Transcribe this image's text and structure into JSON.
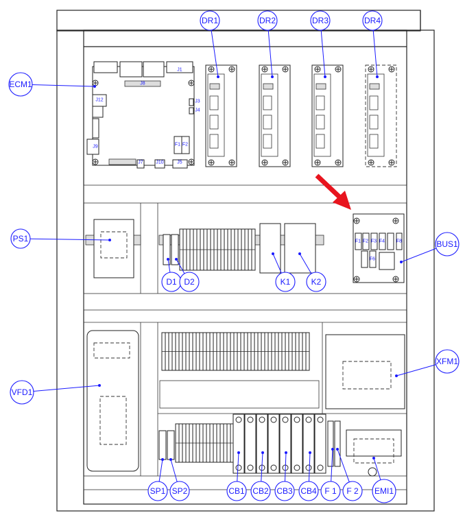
{
  "title": "Control panel layout",
  "callouts": [
    "DR1",
    "DR2",
    "DR3",
    "DR4",
    "ECM1",
    "PS1",
    "BUS1",
    "VFD1",
    "XFM1",
    "D1",
    "D2",
    "K1",
    "K2",
    "SP1",
    "SP2",
    "CB1",
    "CB2",
    "CB3",
    "CB4",
    "F 1",
    "F 2",
    "EMI1"
  ],
  "ecm_labels": {
    "j1": "J1",
    "j8": "J8",
    "j12": "J12",
    "j9": "J9",
    "f1": "F1",
    "f2": "F2",
    "j7": "J7",
    "j10": "J10",
    "j5": "J5",
    "j3": "J3",
    "j4": "J4"
  },
  "bus_labels": {
    "f1": "F1",
    "f2": "F2",
    "f3": "F3",
    "f4": "F4",
    "f8": "F8",
    "f6": "F6"
  },
  "colors": {
    "callout": "#1a1aff",
    "arrow": "#e8141e"
  }
}
